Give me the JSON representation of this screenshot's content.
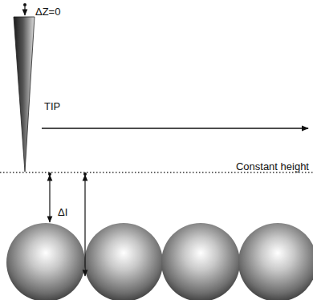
{
  "diagram": {
    "labels": [
      "ΔZ=0",
      "TIP",
      "Constant height",
      "ΔI"
    ]
  }
}
